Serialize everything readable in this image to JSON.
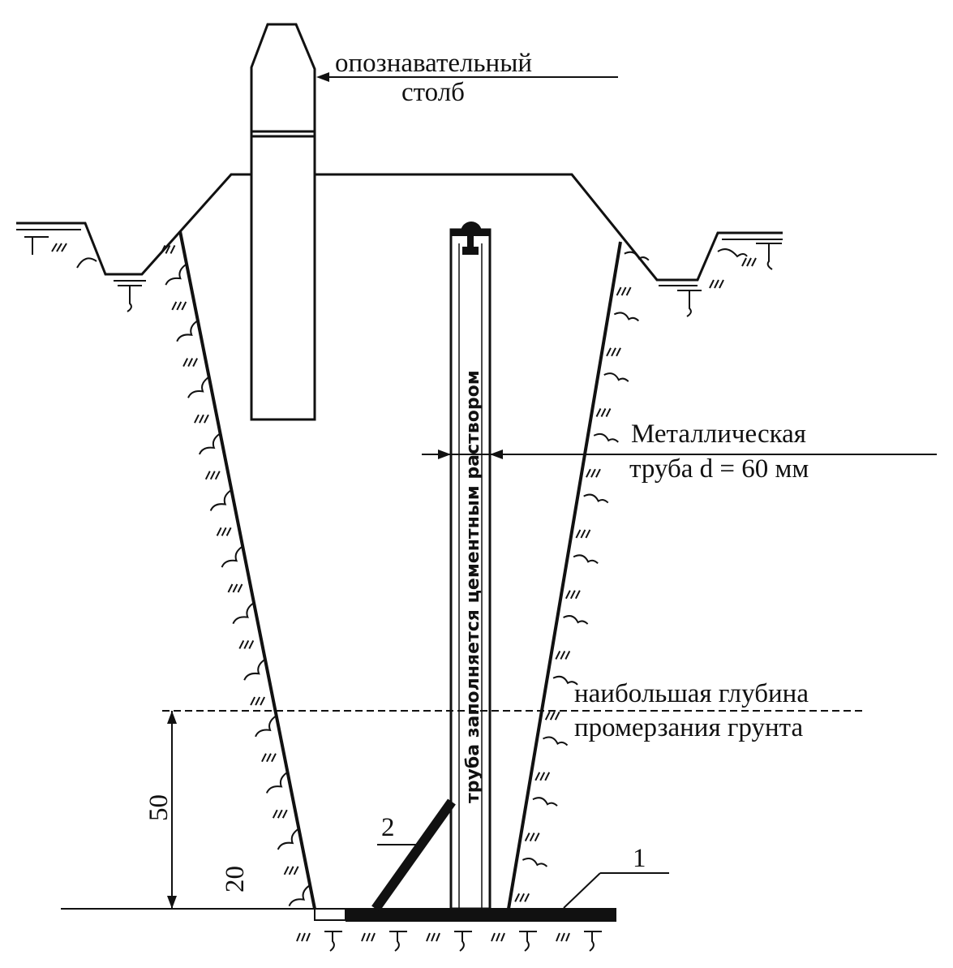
{
  "labels": {
    "post_line1": "опознавательный",
    "post_line2": "столб",
    "pipe_line1": "Металлическая",
    "pipe_line2": "труба d = 60 мм",
    "frost_line1": "наибольшая глубина",
    "frost_line2": "промерзания грунта",
    "pipe_fill": "труба заполняется цементным раствором",
    "dim_50": "50",
    "dim_20": "20",
    "marker_1": "1",
    "marker_2": "2"
  },
  "colors": {
    "ink": "#111111",
    "background": "#ffffff"
  }
}
